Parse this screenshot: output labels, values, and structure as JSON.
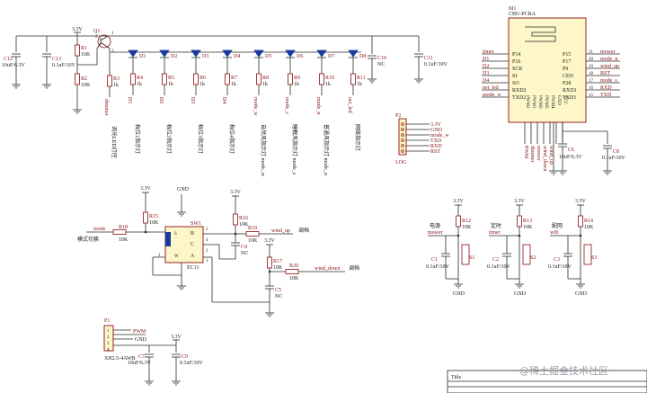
{
  "mcu": {
    "ref": "M1",
    "name": "CBU-PCBA",
    "left_pins": [
      "P14",
      "P16",
      "SCK",
      "SI",
      "SO",
      "RXD2",
      "TXD2"
    ],
    "right_pins": [
      "P15",
      "P17",
      "P9",
      "CEN",
      "P28",
      "RXD1",
      "TXD1"
    ],
    "right_numbers": [
      "21",
      "20",
      "19",
      "18",
      "17",
      "16",
      "15"
    ],
    "left_nets": [
      "timer",
      "D1",
      "D2",
      "D3",
      "D4",
      "net_led",
      "mode_w"
    ],
    "right_nets": [
      "mower",
      "mode_n",
      "wind_up",
      "RST",
      "mode_s",
      "RXD",
      "TXD"
    ],
    "bottom_pins": [
      "PWM2",
      "PWM1",
      "PWM0",
      "PWM5",
      "PWM4",
      "GND",
      "VCC"
    ],
    "bottom_nets": [
      "PWM",
      "dimmer",
      "mower",
      "wind_down",
      "wind_up"
    ]
  },
  "leds": {
    "refs": [
      "D1",
      "D2",
      "D3",
      "D4",
      "D5",
      "D6",
      "D7",
      "D8"
    ],
    "res_refs": [
      "R4",
      "R5",
      "R6",
      "R7",
      "R8",
      "R9",
      "R10",
      "R11"
    ],
    "res_value": "1k",
    "nets": [
      "D1",
      "D2",
      "D3",
      "D4",
      "mode_w",
      "mode_s",
      "mode_n",
      "net_led"
    ],
    "labels": [
      "档位1指示灯",
      "档位2指示灯",
      "档位3指示灯",
      "档位4指示灯",
      "自然风指示灯 mode_w",
      "睡眠风指示灯 mode_s",
      "普通风指示灯 mode_n",
      "网络指示灯"
    ]
  },
  "power": {
    "v33": "3.3V",
    "gnd": "GND",
    "c12": "C12",
    "c12_val": "10uF/6.3V",
    "c13": "C13",
    "c13_val": "0.1uF/10V",
    "r1": "R1",
    "r1_val": "10K",
    "r2": "R2",
    "r2_val": "10K",
    "r3": "R3",
    "r3_val": "1k",
    "q1": "Q1",
    "q1_pins": [
      "2",
      "1",
      "3"
    ],
    "dimmer": "dimmer",
    "dimmer_label": "调光LED灯控",
    "c10": "C10",
    "c10_val": "NC",
    "c11": "C11",
    "c11_val": "0.1uF/10V"
  },
  "conn_p2": {
    "ref": "P2",
    "name": "LOG",
    "pins": [
      "3.3V",
      "GND",
      "mode_w",
      "TXD",
      "RXD",
      "RST"
    ]
  },
  "mcu_caps": {
    "c6": "C6",
    "c6_val": "10uF/6.3V",
    "c8": "C8",
    "c8_val": "0.1uF/10V"
  },
  "encoder": {
    "ref": "SW1",
    "part": "EC11",
    "pins": [
      "S",
      "B",
      "C",
      "W",
      "A"
    ],
    "pin_nums": [
      "5",
      "4",
      "3",
      "2",
      "1"
    ],
    "r15": "R15",
    "r15_val": "10K",
    "r18": "R18",
    "r18_val": "10K",
    "mode": "mode",
    "mode_label": "模式切换",
    "r16": "R16",
    "r16_val": "10K",
    "r19": "R19",
    "r19_val": "10K",
    "c4": "C4",
    "c4_val": "NC",
    "wind_up": "wind_up",
    "wind_up_label": "调档",
    "r17": "R17",
    "r17_val": "10K",
    "r20": "R20",
    "r20_val": "10K",
    "c5": "C5",
    "c5_val": "NC",
    "wind_down": "wind_down",
    "wind_down_label": "调档"
  },
  "buttons": [
    {
      "title": "电源",
      "net": "mower",
      "r": "R12",
      "r_val": "10K",
      "c": "C1",
      "c_val": "0.1uF/10V",
      "s": "S1"
    },
    {
      "title": "定时",
      "net": "timer",
      "r": "R13",
      "r_val": "10K",
      "c": "C2",
      "c_val": "0.1uF/10V",
      "s": "S2"
    },
    {
      "title": "配网",
      "net": "wifi",
      "r": "R14",
      "r_val": "10K",
      "c": "C3",
      "c_val": "0.1uF/10V",
      "s": "S3"
    }
  ],
  "conn_p1": {
    "ref": "P1",
    "part": "XH2.5-4AWB",
    "pins": [
      "1",
      "2",
      "3",
      "4"
    ],
    "pwm": "PWM",
    "c7": "C7",
    "c7_val": "10uF/6.3V",
    "c9": "C9",
    "c9_val": "0.1uF/10V"
  },
  "title_block": {
    "title": "Title"
  },
  "watermark": "@稀土掘金技术社区"
}
